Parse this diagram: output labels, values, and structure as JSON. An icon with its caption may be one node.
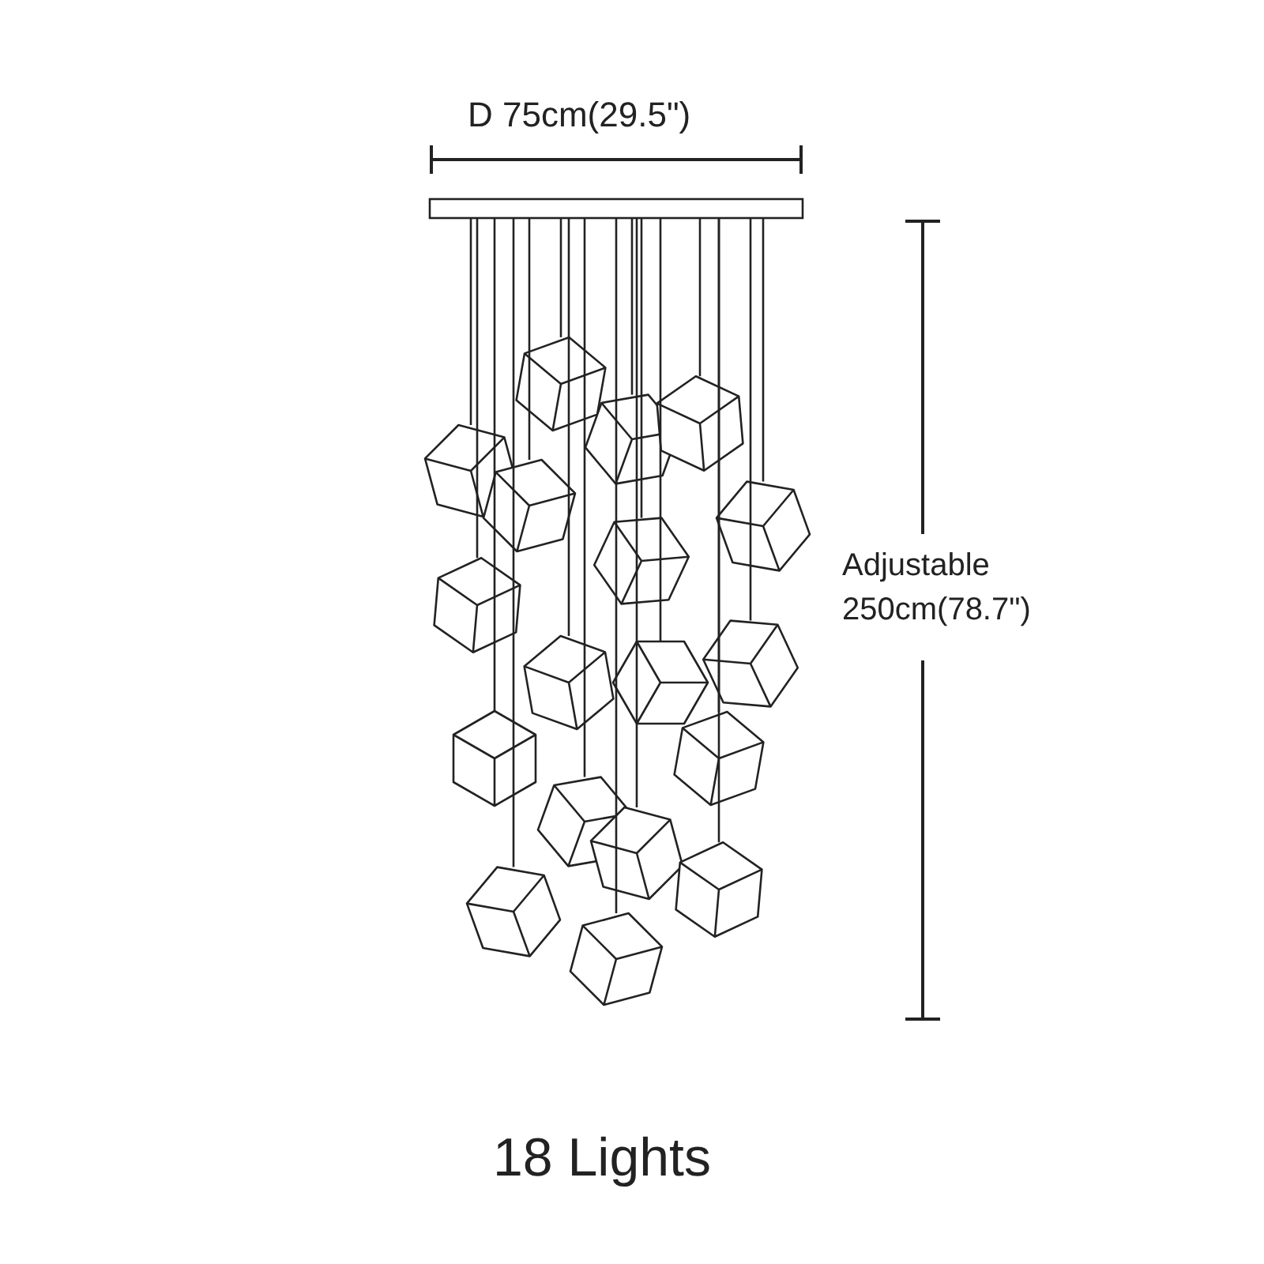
{
  "diagram": {
    "caption": "18 Lights",
    "labels": [
      "D 75cm(29.5\")",
      "Adjustable 250cm(78.7\")"
    ]
  }
}
